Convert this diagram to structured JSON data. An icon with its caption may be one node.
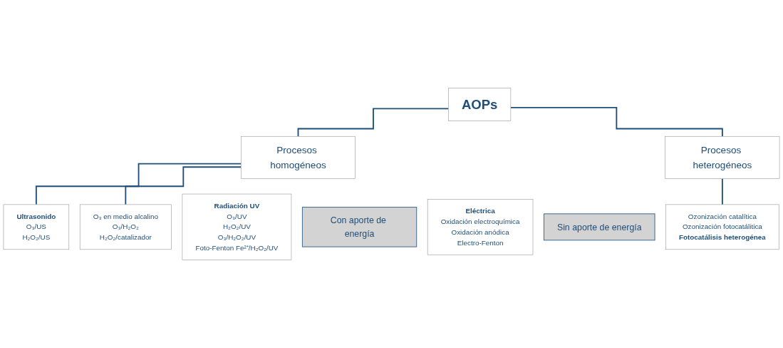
{
  "diagram": {
    "nodes": [
      {
        "text": [
          "AOPs"
        ]
      },
      {
        "text": [
          "Procesos homogéneos"
        ]
      },
      {
        "text": [
          "Procesos heterogéneos"
        ]
      },
      {
        "text": [
          "Con aporte de energía"
        ]
      },
      {
        "text": [
          "Radiación UV",
          "O₃/UV",
          "H₂O₂/UV",
          "O₃/H₂O₂/UV",
          "Foto-Fenton Fe²⁺/H₂O₂/UV"
        ]
      },
      {
        "text": [
          "Ultrasonido",
          "O₃/US",
          "H₂O₂/US"
        ]
      },
      {
        "text": [
          "Eléctrica",
          "Oxidación electroquímica",
          "Oxidación anódica",
          "Electro-Fenton"
        ]
      },
      {
        "text": [
          "Sin aporte de energía"
        ]
      },
      {
        "text": [
          "O₃ en medio alcalino",
          "O₃/H₂O₂",
          "H₂O₂/catalizador"
        ]
      },
      {
        "text": [
          "Ozonización catalítica",
          "Ozonización fotocatálitica",
          "Fotocatálisis heterogénea"
        ]
      }
    ],
    "edges": [
      {
        "from": 0,
        "to": 1,
        "arrow": "none"
      },
      {
        "from": 0,
        "to": 2,
        "arrow": "none"
      },
      {
        "from": 1,
        "to": 5,
        "arrow": "none"
      },
      {
        "from": 1,
        "to": 8,
        "arrow": "none"
      },
      {
        "from": 2,
        "to": 9,
        "arrow": "none"
      }
    ]
  }
}
